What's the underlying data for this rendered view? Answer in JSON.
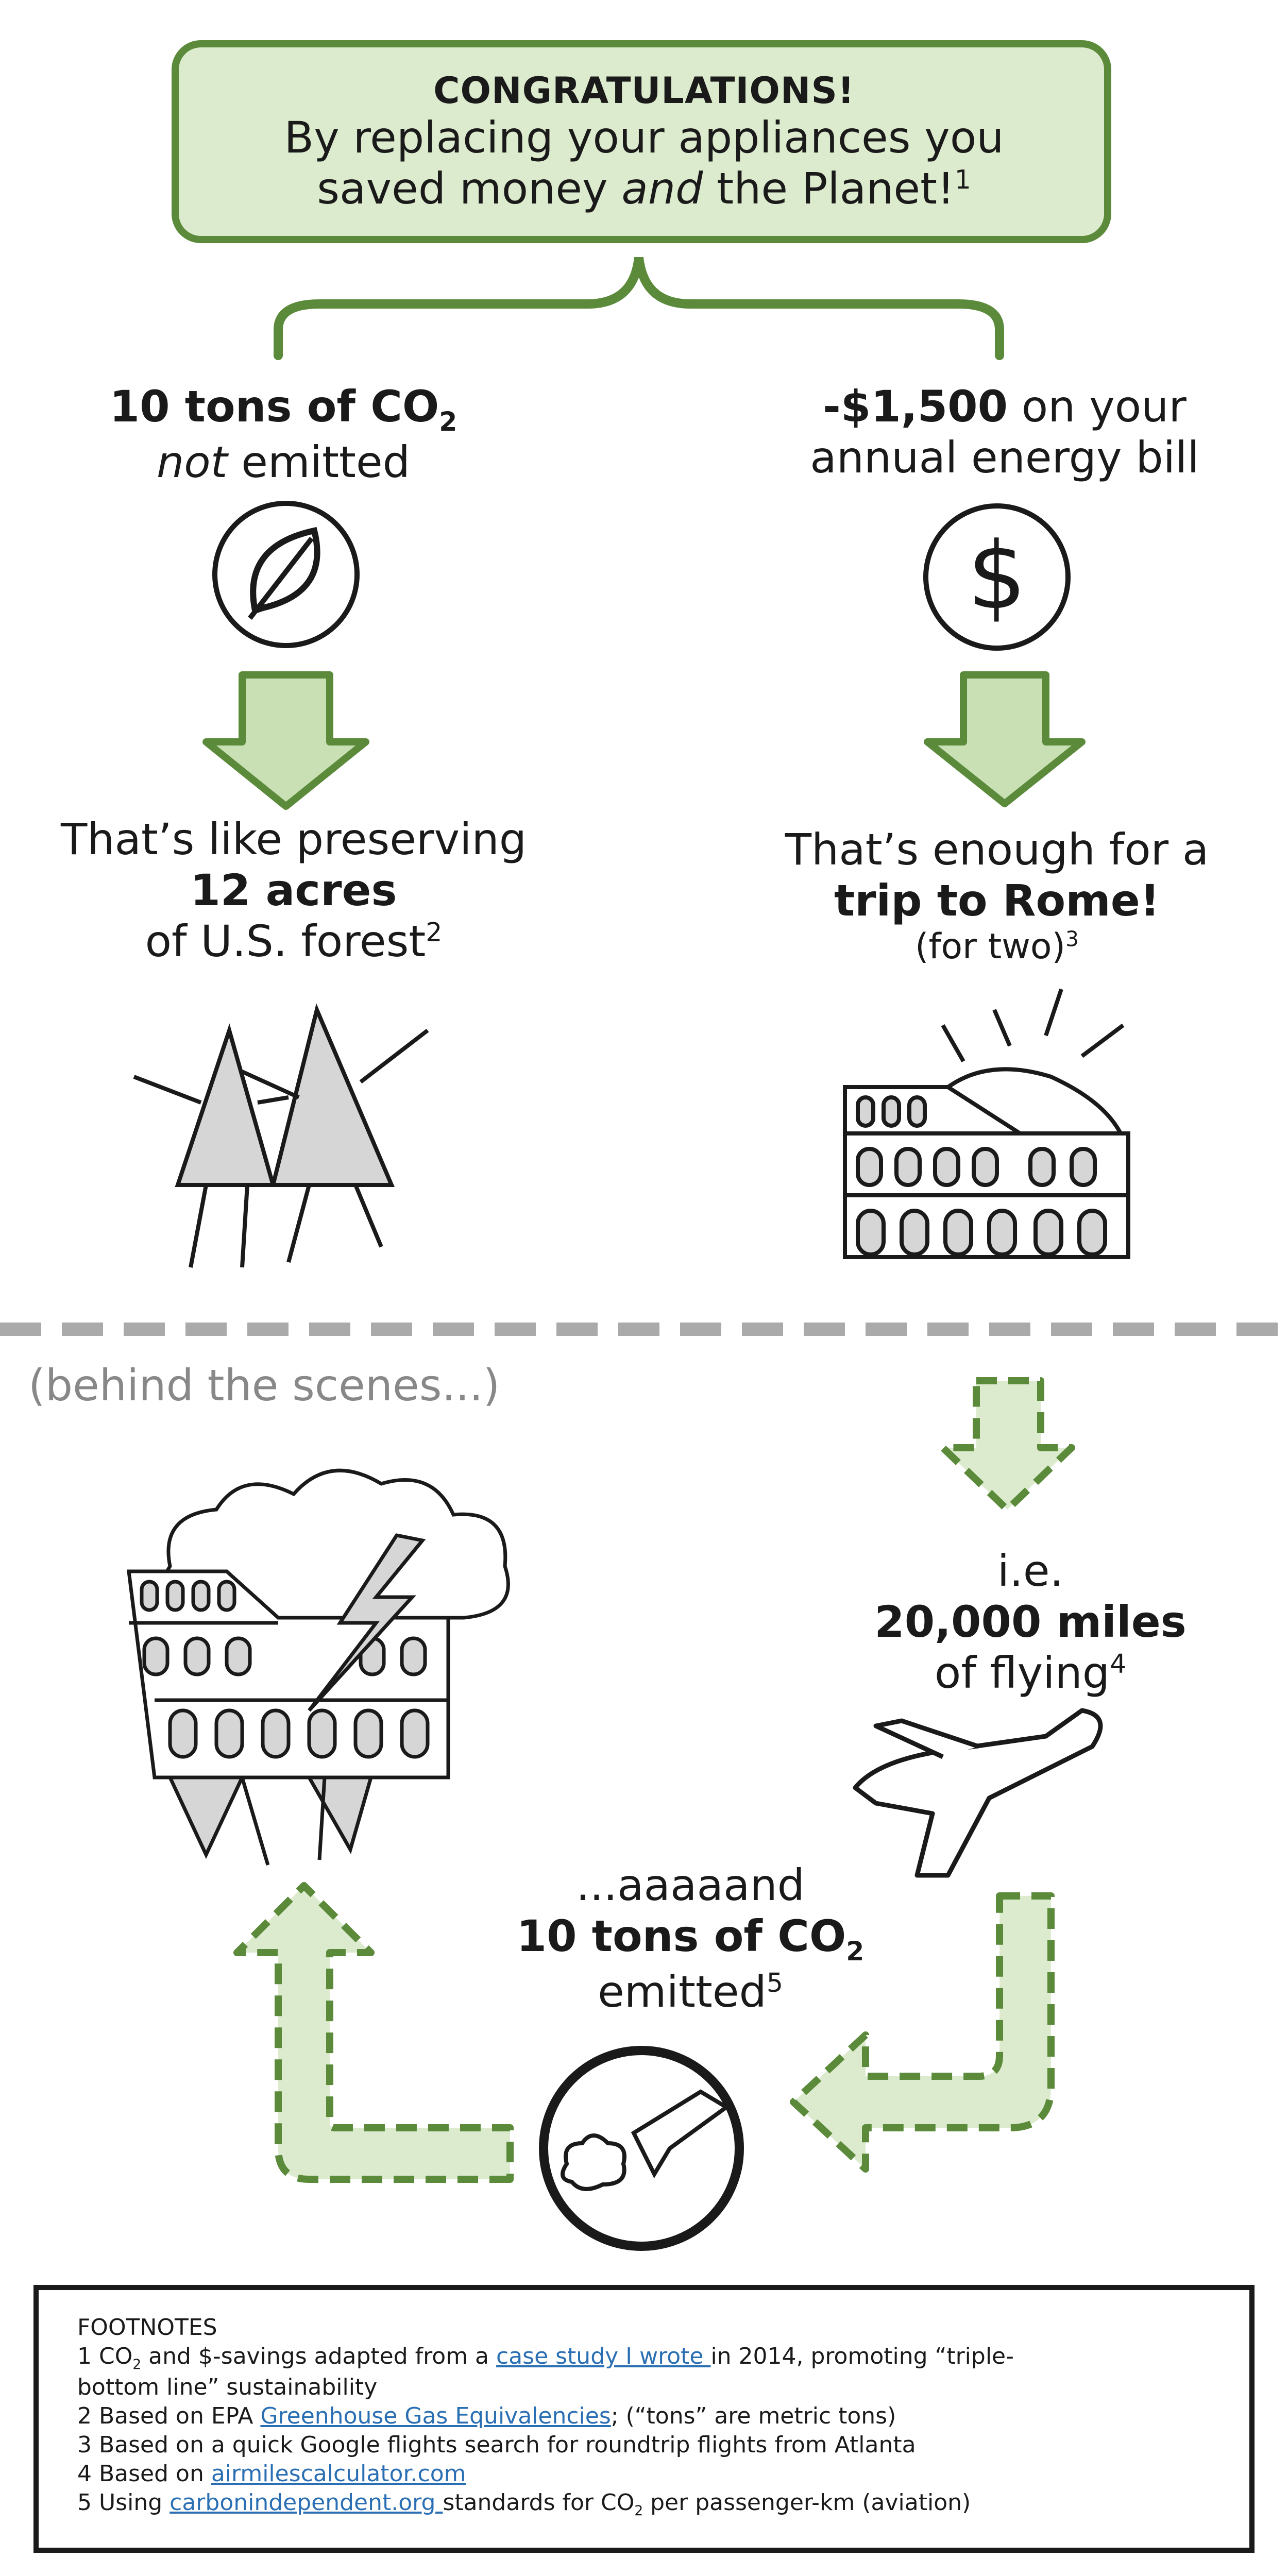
{
  "header": {
    "title": "CONGRATULATIONS!",
    "line1": "By replacing your appliances you",
    "line2_a": "saved money ",
    "line2_b": "and",
    "line2_c": " the Planet!",
    "line2_sup": "1"
  },
  "left": {
    "stat_a": "10 tons of CO",
    "stat_sub": "2",
    "stat_b": "not",
    "stat_c": " emitted",
    "effect_1": "That’s like preserving",
    "effect_2": "12 acres",
    "effect_3": "of U.S. forest",
    "effect_sup": "2"
  },
  "right": {
    "stat_a": "-$1,500",
    "stat_b": " on your",
    "stat_c": "annual energy bill",
    "effect_1": "That’s enough for a",
    "effect_2": "trip to Rome!",
    "effect_3": "(for two)",
    "effect_sup": "3"
  },
  "behind": {
    "label": "(behind the scenes...)",
    "flying_1": "i.e.",
    "flying_2": "20,000 miles",
    "flying_3": "of flying",
    "flying_sup": "4",
    "emit_1": "...aaaaand",
    "emit_2": "10 tons of CO",
    "emit_sub": "2",
    "emit_3": "emitted",
    "emit_sup": "5"
  },
  "footnotes": {
    "heading": "FOOTNOTES",
    "n1_a": "1 CO",
    "n1_sub": "2",
    "n1_b": " and $-savings adapted from a ",
    "n1_link": "case study I wrote ",
    "n1_c": "in 2014, promoting “triple-",
    "n1_d": "bottom line” sustainability",
    "n2_a": "2 Based on EPA ",
    "n2_link": "Greenhouse Gas Equivalencies",
    "n2_b": "; (“tons” are metric tons)",
    "n3": "3 Based on a quick Google flights search for roundtrip flights from Atlanta",
    "n4_a": "4 Based on ",
    "n4_link": "airmilescalculator.com",
    "n5_a": "5 Using ",
    "n5_link": "carbonindependent.org ",
    "n5_b": "standards for CO",
    "n5_sub": "2",
    "n5_c": " per passenger-km (aviation)"
  },
  "colors": {
    "green_dark": "#5a8a3a",
    "green_light": "#dcebcd",
    "ink": "#1a1a1a",
    "link": "#2a6fb3"
  }
}
